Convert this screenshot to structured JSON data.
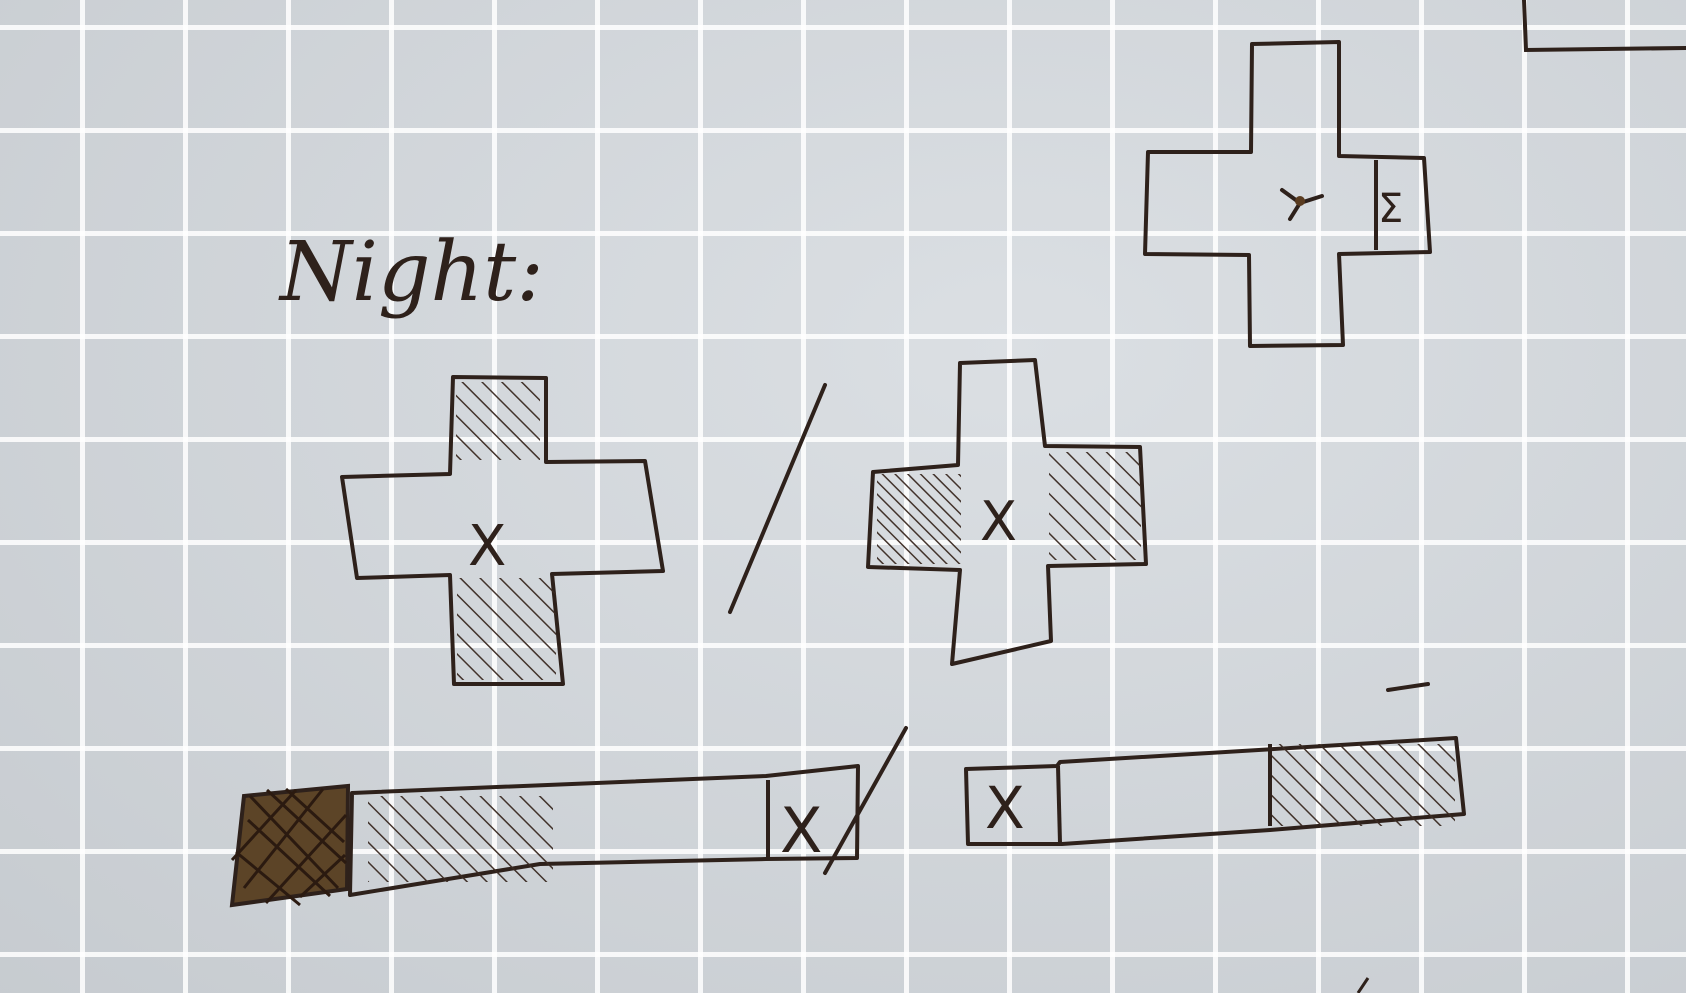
{
  "heading": "Night:",
  "diagrams": {
    "cross_mark": "X",
    "cross_top_right_side_mark": "Σ"
  },
  "bars": {
    "left_box_mark": "X",
    "right_box_mark": "X"
  },
  "colors": {
    "ink": "#3a2a22",
    "ink_fill": "#6a5030",
    "paper": "#d3d8dd",
    "grid": "#f3f4f5"
  }
}
